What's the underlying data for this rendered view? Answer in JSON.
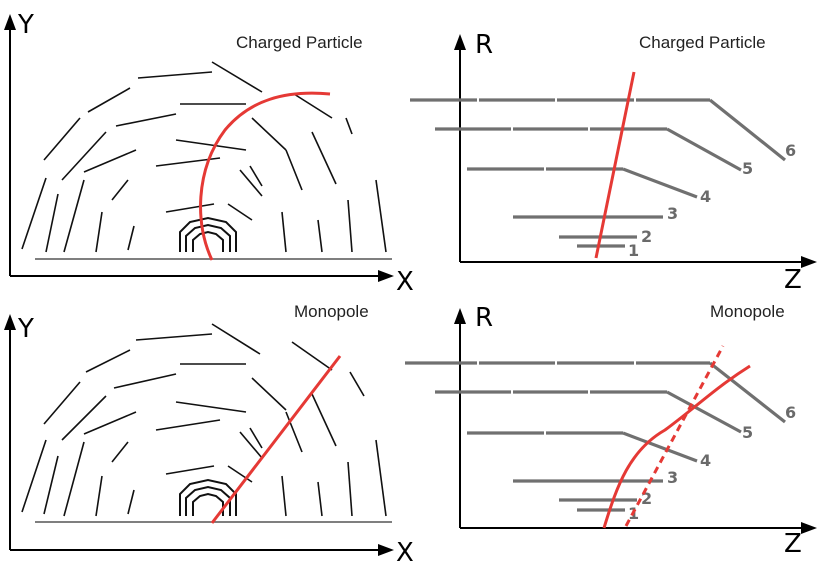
{
  "panels": {
    "xy_charged": {
      "title": "Charged Particle",
      "axis_y": "Y",
      "axis_x": "X"
    },
    "rz_charged": {
      "title": "Charged Particle",
      "axis_y": "R",
      "axis_x": "Z",
      "layers": [
        "1",
        "2",
        "3",
        "4",
        "5",
        "6"
      ]
    },
    "xy_monopole": {
      "title": "Monopole",
      "axis_y": "Y",
      "axis_x": "X"
    },
    "rz_monopole": {
      "title": "Monopole",
      "axis_y": "R",
      "axis_x": "Z",
      "layers": [
        "1",
        "2",
        "3",
        "4",
        "5",
        "6"
      ]
    }
  },
  "colors": {
    "track": "#e53935",
    "detector": "#111111",
    "rz_layer": "#707070"
  },
  "icons": [
    "arrow-up-icon",
    "arrow-right-icon"
  ]
}
